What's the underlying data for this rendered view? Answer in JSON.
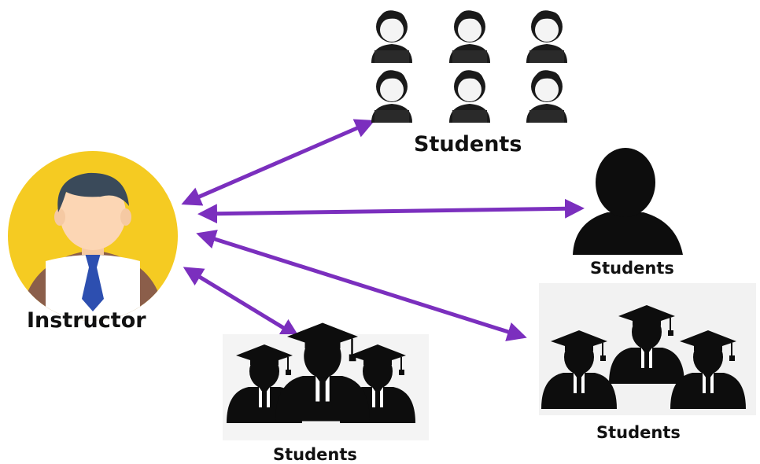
{
  "instructor": {
    "label": "Instructor"
  },
  "groups": [
    {
      "id": "top",
      "label": "Students"
    },
    {
      "id": "right",
      "label": "Students"
    },
    {
      "id": "bottom-right",
      "label": "Students"
    },
    {
      "id": "bottom",
      "label": "Students"
    }
  ],
  "colors": {
    "arrow": "#7b2fbe",
    "circle": "#f5cb22",
    "silhouette": "#0d0d0d",
    "tie": "#2d4fb0",
    "skin": "#fcd6b4",
    "hair": "#3a4a5a",
    "jacket": "#8b5e4a"
  },
  "icons": [
    "instructor-avatar-icon",
    "student-cartoon-icon",
    "student-silhouette-icon",
    "graduates-icon"
  ]
}
